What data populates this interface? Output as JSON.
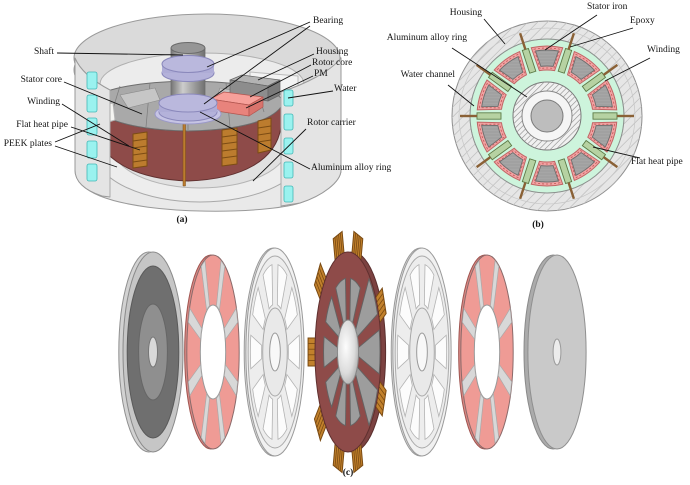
{
  "panel_a": {
    "caption": "(a)",
    "labels": {
      "shaft": "Shaft",
      "stator_core": "Stator core",
      "winding": "Winding",
      "flat_heat_pipe": "Flat heat pipe",
      "peek_plates": "PEEK plates",
      "bearing": "Bearing",
      "housing": "Housing",
      "rotor_core": "Rotor core",
      "pm": "PM",
      "water": "Water",
      "rotor_carrier": "Rotor carrier",
      "aluminum_alloy_ring": "Aluminum alloy ring"
    }
  },
  "panel_b": {
    "caption": "(b)",
    "labels": {
      "housing": "Housing",
      "stator_iron": "Stator iron",
      "epoxy": "Epoxy",
      "winding": "Winding",
      "aluminum_alloy_ring": "Aluminum alloy ring",
      "water_channel": "Water channel",
      "flat_heat_pipe": "Flat heat pipe"
    }
  },
  "panel_c": {
    "caption": "(c)"
  },
  "colors": {
    "winding_red": "#8e4b49",
    "winding_red_dark": "#60302f",
    "stator_gray": "#a6a6a6",
    "copper": "#c2812c",
    "copper_dark": "#7a4a12",
    "water_cyan": "#9af2ef",
    "pm_pink": "#f2a3a3",
    "pm_pink_c": "#ef9b95",
    "bearing_lavender": "#b6b4da",
    "mint_green": "#cdf4dc",
    "heatpipe_green": "#b6d2a2",
    "heatpipe_green_dark": "#5c7a46",
    "brown_line": "#8a6136",
    "housing_gray": "#e6e6e6",
    "leader_line": "#111111"
  }
}
